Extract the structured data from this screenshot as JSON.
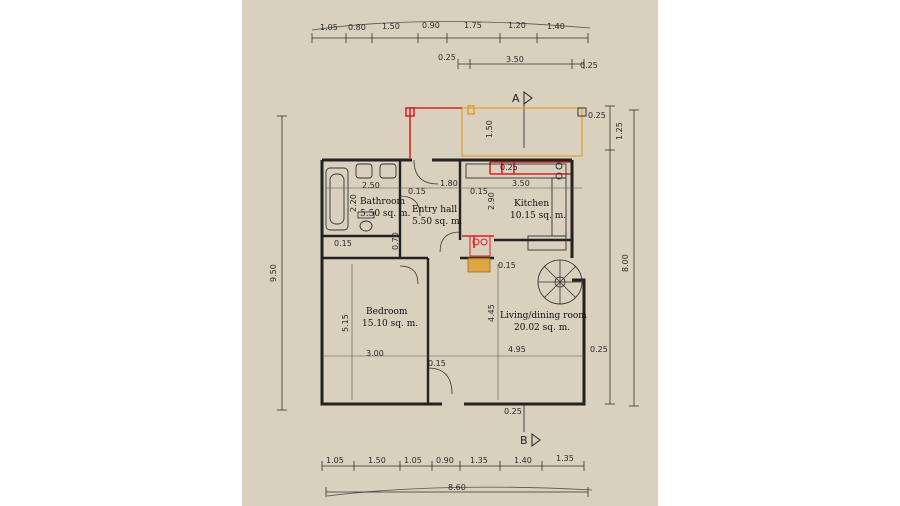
{
  "rooms": {
    "bathroom": {
      "name": "Bathroom",
      "area": "5.50 sq. m."
    },
    "entry": {
      "name": "Entry hall",
      "area": "5.50 sq. m."
    },
    "kitchen": {
      "name": "Kitchen",
      "area": "10.15 sq. m."
    },
    "bedroom": {
      "name": "Bedroom",
      "area": "15.10 sq. m."
    },
    "living": {
      "name": "Living/dining room",
      "area": "20.02 sq. m."
    }
  },
  "top_dims": [
    "1.05",
    "0.80",
    "1.50",
    "0.90",
    "1.75",
    "1.20",
    "1.40"
  ],
  "upper_dims": [
    "0.25",
    "3.50",
    "0.25"
  ],
  "bottom_dims": [
    "1.05",
    "1.50",
    "1.05",
    "0.90",
    "1.35",
    "1.40",
    "1.35"
  ],
  "overall_width": "8.60",
  "left_height": "9.50",
  "right_height": "8.00",
  "right_dims": [
    "0.25",
    "1.25"
  ],
  "interior": {
    "d250": "2.50",
    "d220": "2.20",
    "d015a": "0.15",
    "d180": "1.80",
    "d015b": "0.15",
    "d290": "2.90",
    "d025a": "0.25",
    "d350": "3.50",
    "d015c": "0.15",
    "d070": "0.70",
    "d015d": "0.15",
    "d150": "1.50",
    "d515": "5.15",
    "d445": "4.45",
    "d300": "3.00",
    "d495": "4.95",
    "d025b": "0.25",
    "d015e": "0.15",
    "d025c": "0.25"
  },
  "section_markers": {
    "a": "A",
    "b": "B"
  },
  "colors": {
    "paper": "#d9d0bd",
    "ink": "#2a2a2a",
    "red": "#d8232a",
    "orange": "#e0a030"
  }
}
